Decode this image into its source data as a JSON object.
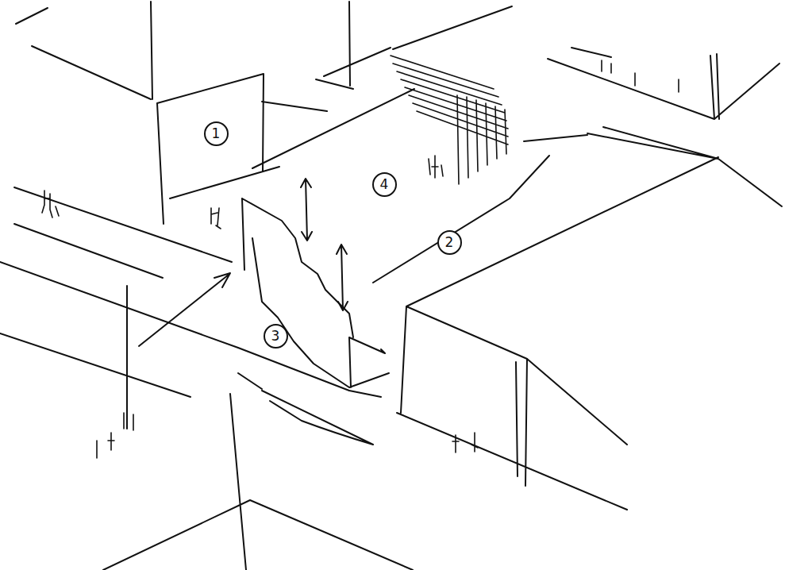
{
  "diagram": {
    "nodes": [
      {
        "text": [
          "1"
        ]
      },
      {
        "text": [
          "4"
        ]
      },
      {
        "text": [
          "2"
        ]
      },
      {
        "text": [
          "3"
        ]
      }
    ]
  }
}
